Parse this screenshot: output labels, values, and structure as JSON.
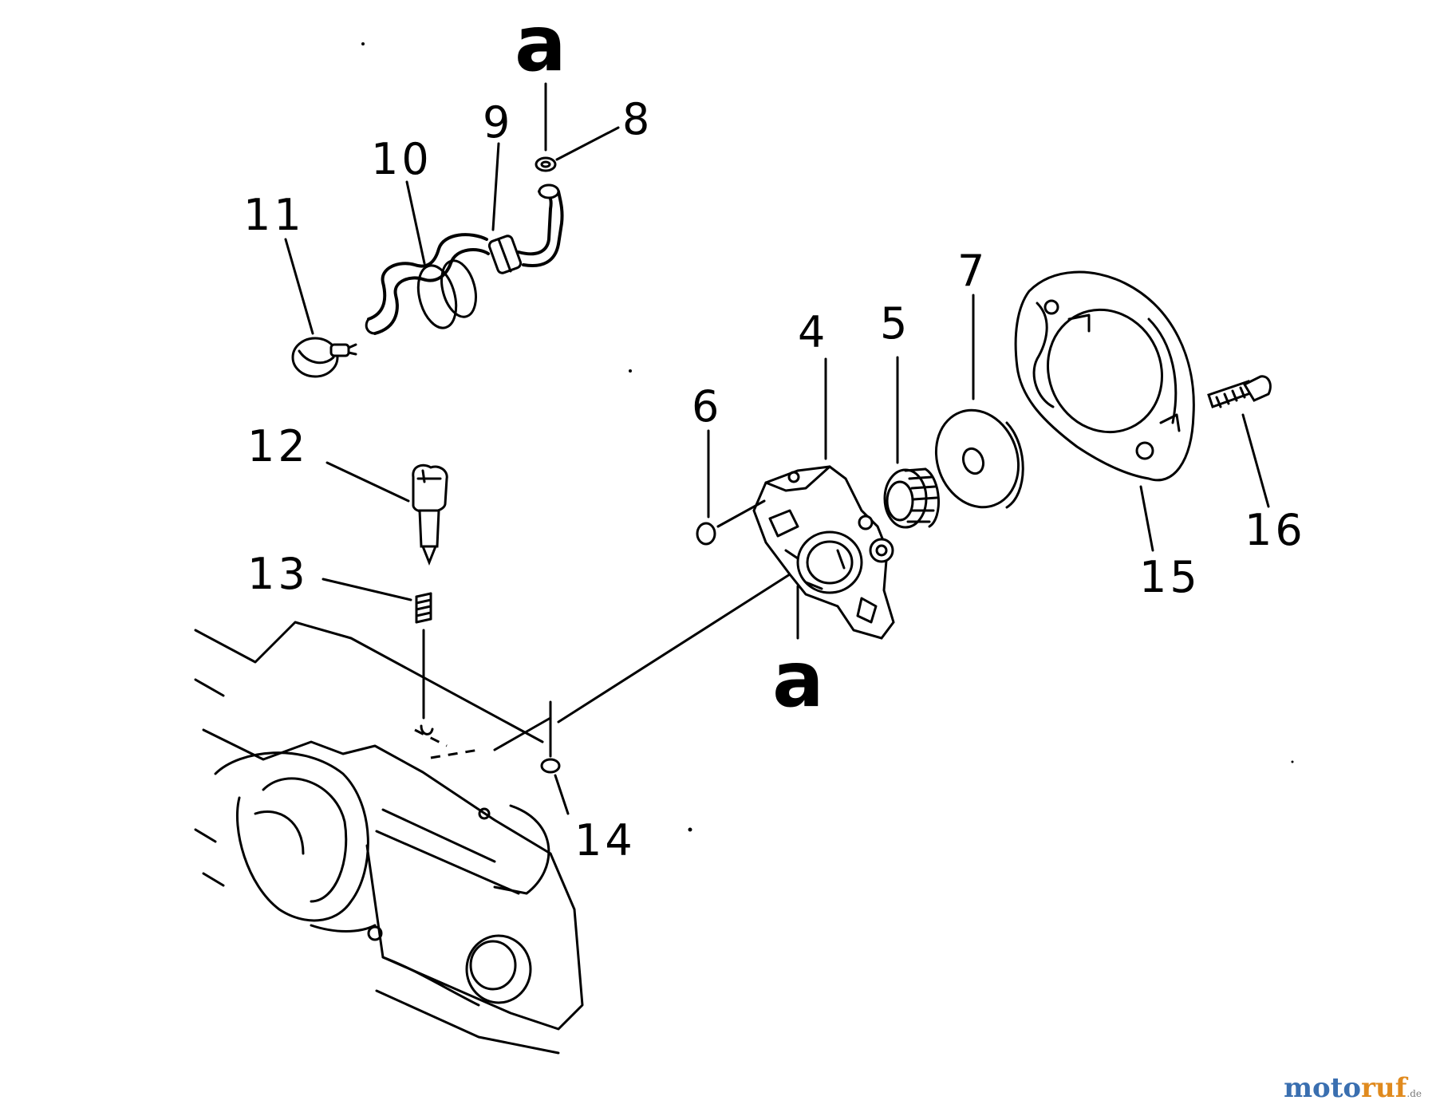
{
  "labels": {
    "ref_a_top": "a",
    "ref_a_bottom": "a",
    "p4": "4",
    "p5": "5",
    "p6": "6",
    "p7": "7",
    "p8": "8",
    "p9": "9",
    "p10": "10",
    "p11": "11",
    "p12": "12",
    "p13": "13",
    "p14": "14",
    "p15": "15",
    "p16": "16"
  },
  "watermark": {
    "part1": "moto",
    "part2": "ruf",
    "part3": ".de"
  }
}
